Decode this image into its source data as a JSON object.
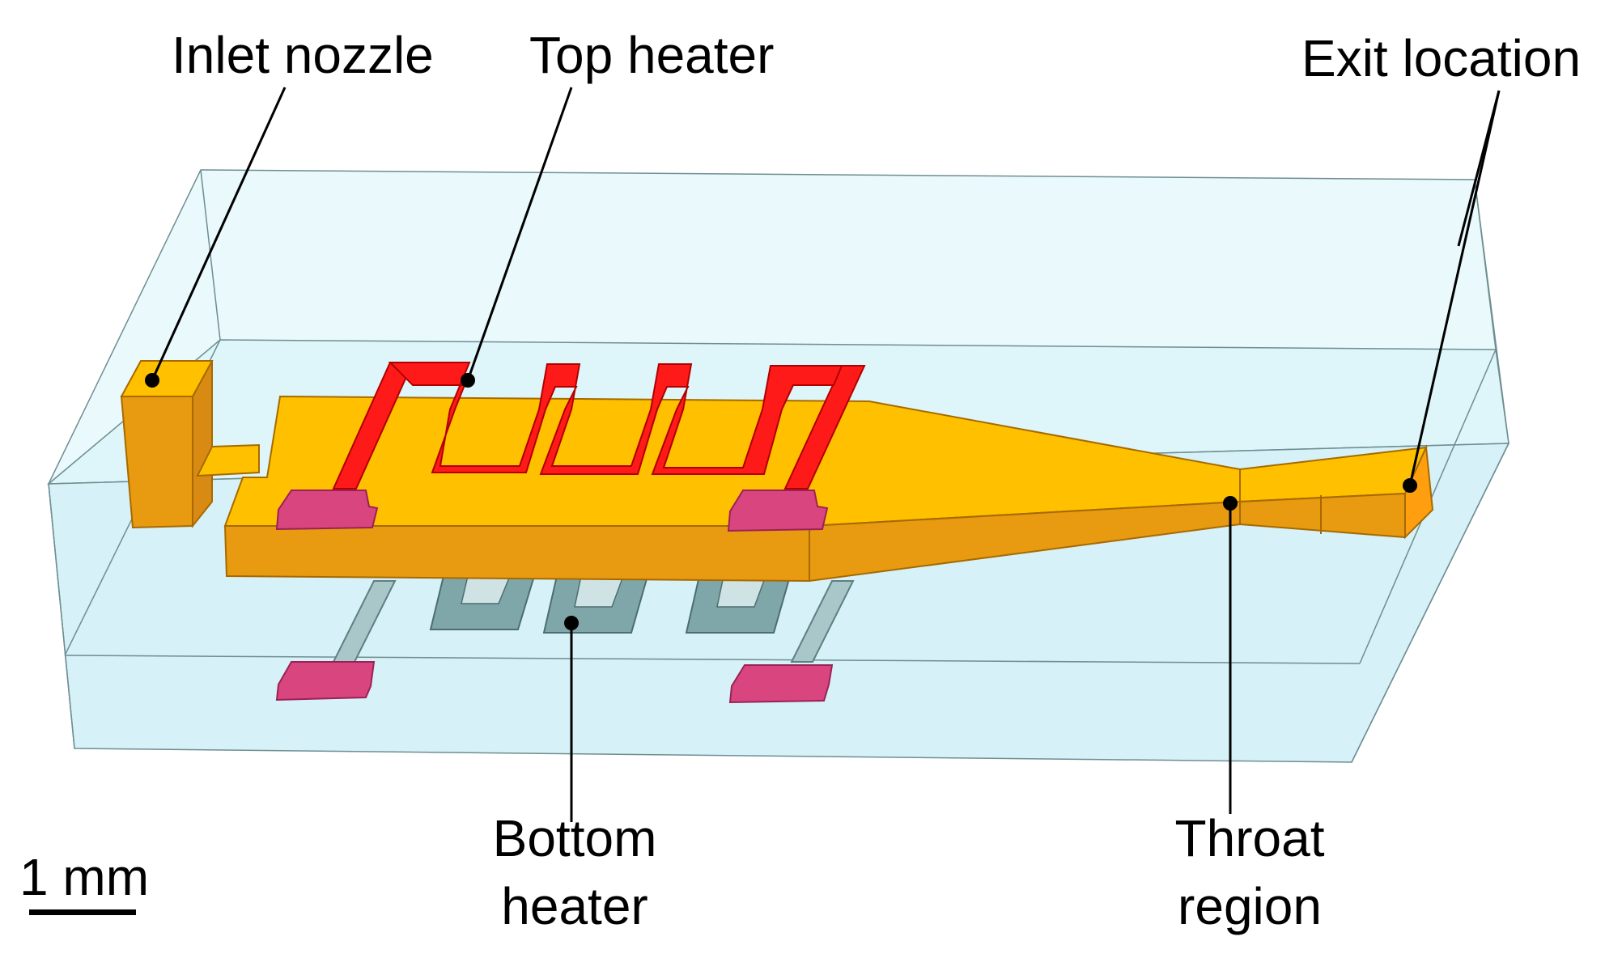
{
  "labels": {
    "inlet_nozzle": "Inlet nozzle",
    "top_heater": "Top heater",
    "exit_location": "Exit location",
    "bottom_heater_line1": "Bottom",
    "bottom_heater_line2": "heater",
    "throat_region_line1": "Throat",
    "throat_region_line2": "region",
    "scale_bar": "1 mm"
  },
  "colors": {
    "channel_top": "#FFC000",
    "channel_side": "#E89A10",
    "channel_dark": "#D98A12",
    "top_heater": "#FF1A1A",
    "top_heater_dark": "#C80000",
    "bottom_heater": "#7FA6A8",
    "bottom_heater_light": "#A9C6C8",
    "pad": "#D9457E",
    "pad_dark": "#9A2255",
    "substrate": "#DDF6FA",
    "substrate_edge": "#6E8E92"
  }
}
